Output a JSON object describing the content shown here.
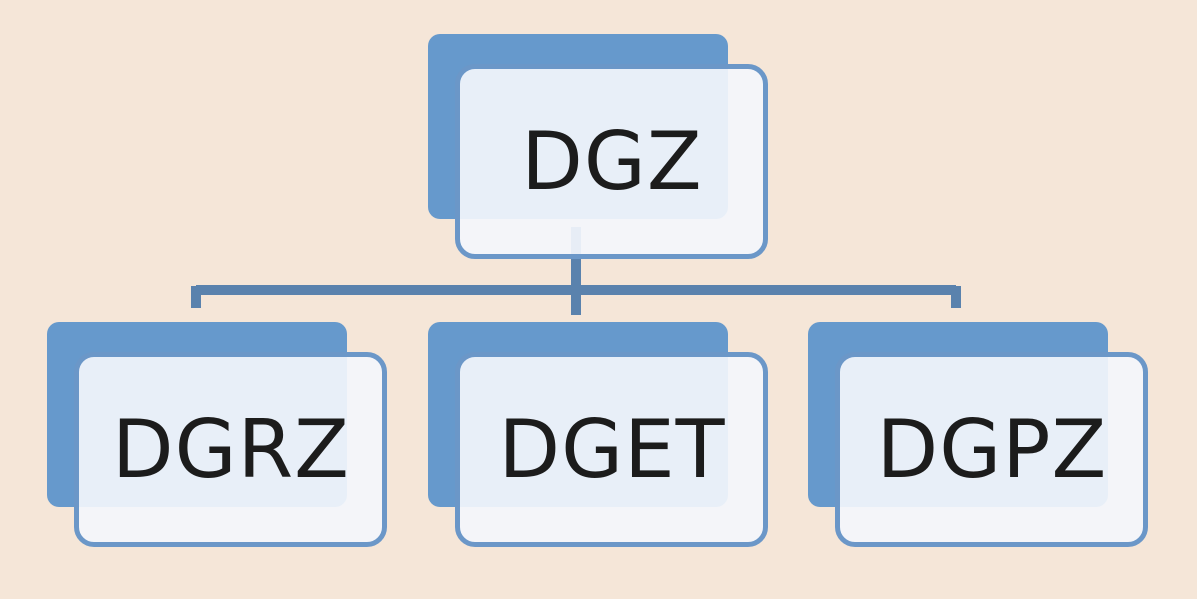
{
  "diagram": {
    "root": {
      "label": "DGZ"
    },
    "children": [
      {
        "label": "DGRZ"
      },
      {
        "label": "DGET"
      },
      {
        "label": "DGPZ"
      }
    ]
  },
  "colors": {
    "background": "#f5e6d8",
    "node_back": "#6699cc",
    "node_front": "#f3f6fc",
    "node_border": "#6b97c8",
    "connector": "#5a82ad",
    "text": "#1c1c1c"
  }
}
